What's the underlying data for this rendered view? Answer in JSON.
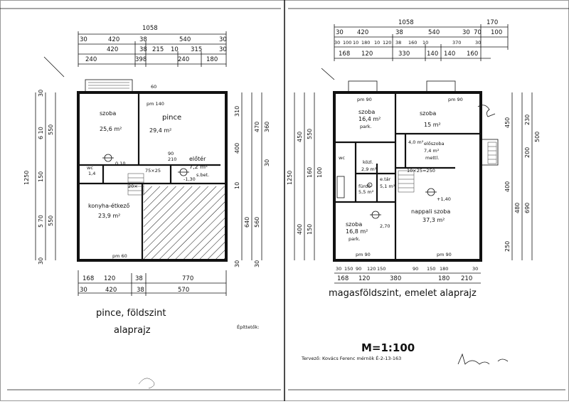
{
  "left_plan": {
    "title_line1": "pince, földszint",
    "title_line2": "alaprajz",
    "signature_label": "Építtetők:",
    "top_dims": {
      "total": "1058",
      "row1": [
        "30",
        "420",
        "38",
        "540",
        "30"
      ],
      "row2": [
        "420",
        "38",
        "215",
        "10",
        "315",
        "30"
      ],
      "row3": [
        "240",
        "398",
        "240",
        "180"
      ]
    },
    "bottom_dims": {
      "row1": [
        "168",
        "120",
        "38",
        "770"
      ],
      "row2": [
        "30",
        "420",
        "38",
        "570"
      ]
    },
    "left_dims": [
      "1250",
      "30",
      "6 10",
      "550",
      "150",
      "5 70",
      "550",
      "30"
    ],
    "right_dims": [
      "310",
      "640",
      "470",
      "400",
      "560",
      "360",
      "30",
      "10",
      "30",
      "30"
    ],
    "rooms": [
      {
        "name": "szoba",
        "area": "25,6 m²"
      },
      {
        "name": "pince",
        "area": "29,4 m²"
      },
      {
        "name": "előtér",
        "area": "7,2 m²"
      },
      {
        "name": "s.bet.",
        "area": ""
      },
      {
        "name": "wc",
        "area": "1,4"
      },
      {
        "name": "konyha-étkező",
        "area": "23,9 m²"
      }
    ],
    "labels": [
      "pm 140",
      "pm 60",
      "60",
      "0,10",
      "-1,30",
      "90",
      "210",
      "75×25",
      "20×"
    ]
  },
  "right_plan": {
    "title": "magasföldszint, emelet alaprajz",
    "scale": "M=1:100",
    "designer_line": "Tervező: Kovács Ferenc mérnök É-2-13-163",
    "top_dims": {
      "total": "1058",
      "row0": [
        "170"
      ],
      "row1": [
        "30",
        "420",
        "38",
        "540",
        "30",
        "70",
        "100"
      ],
      "row2": [
        "30",
        "100",
        "10",
        "180",
        "10",
        "120",
        "38",
        "160",
        "10",
        "370",
        "30"
      ],
      "row3": [
        "168",
        "120",
        "330",
        "140",
        "140",
        "160"
      ]
    },
    "bottom_dims": {
      "row1": [
        "168",
        "120",
        "380",
        "180",
        "210"
      ],
      "row2": [
        "30",
        "150",
        "90",
        "120",
        "150",
        "90",
        "150",
        "180",
        "30"
      ]
    },
    "left_dims": [
      "1250",
      "450",
      "400",
      "550",
      "160",
      "100",
      "150"
    ],
    "right_dims": [
      "450",
      "400",
      "480",
      "690",
      "250",
      "230",
      "500",
      "200"
    ],
    "rooms": [
      {
        "name": "szoba",
        "area": "16,4 m²",
        "note": "park."
      },
      {
        "name": "szoba",
        "area": "15 m²",
        "note": ""
      },
      {
        "name": "előszoba",
        "area": "7,4 m²",
        "note": ""
      },
      {
        "name": "mettl.",
        "area": "4,0 m²",
        "note": ""
      },
      {
        "name": "wc",
        "area": "",
        "note": ""
      },
      {
        "name": "közl.",
        "area": "2,9 m²",
        "note": ""
      },
      {
        "name": "e.tár",
        "area": "5,1 m²",
        "note": ""
      },
      {
        "name": "fürdő",
        "area": "5,5 m²",
        "note": ""
      },
      {
        "name": "szoba",
        "area": "16,8 m²",
        "note": "park."
      },
      {
        "name": "nappali szoba",
        "area": "37,3 m²",
        "note": ""
      }
    ],
    "labels": [
      "pm 90",
      "pm 90",
      "pm 90",
      "pm 90",
      "2,70",
      "10×25=250",
      "+1,40"
    ]
  }
}
